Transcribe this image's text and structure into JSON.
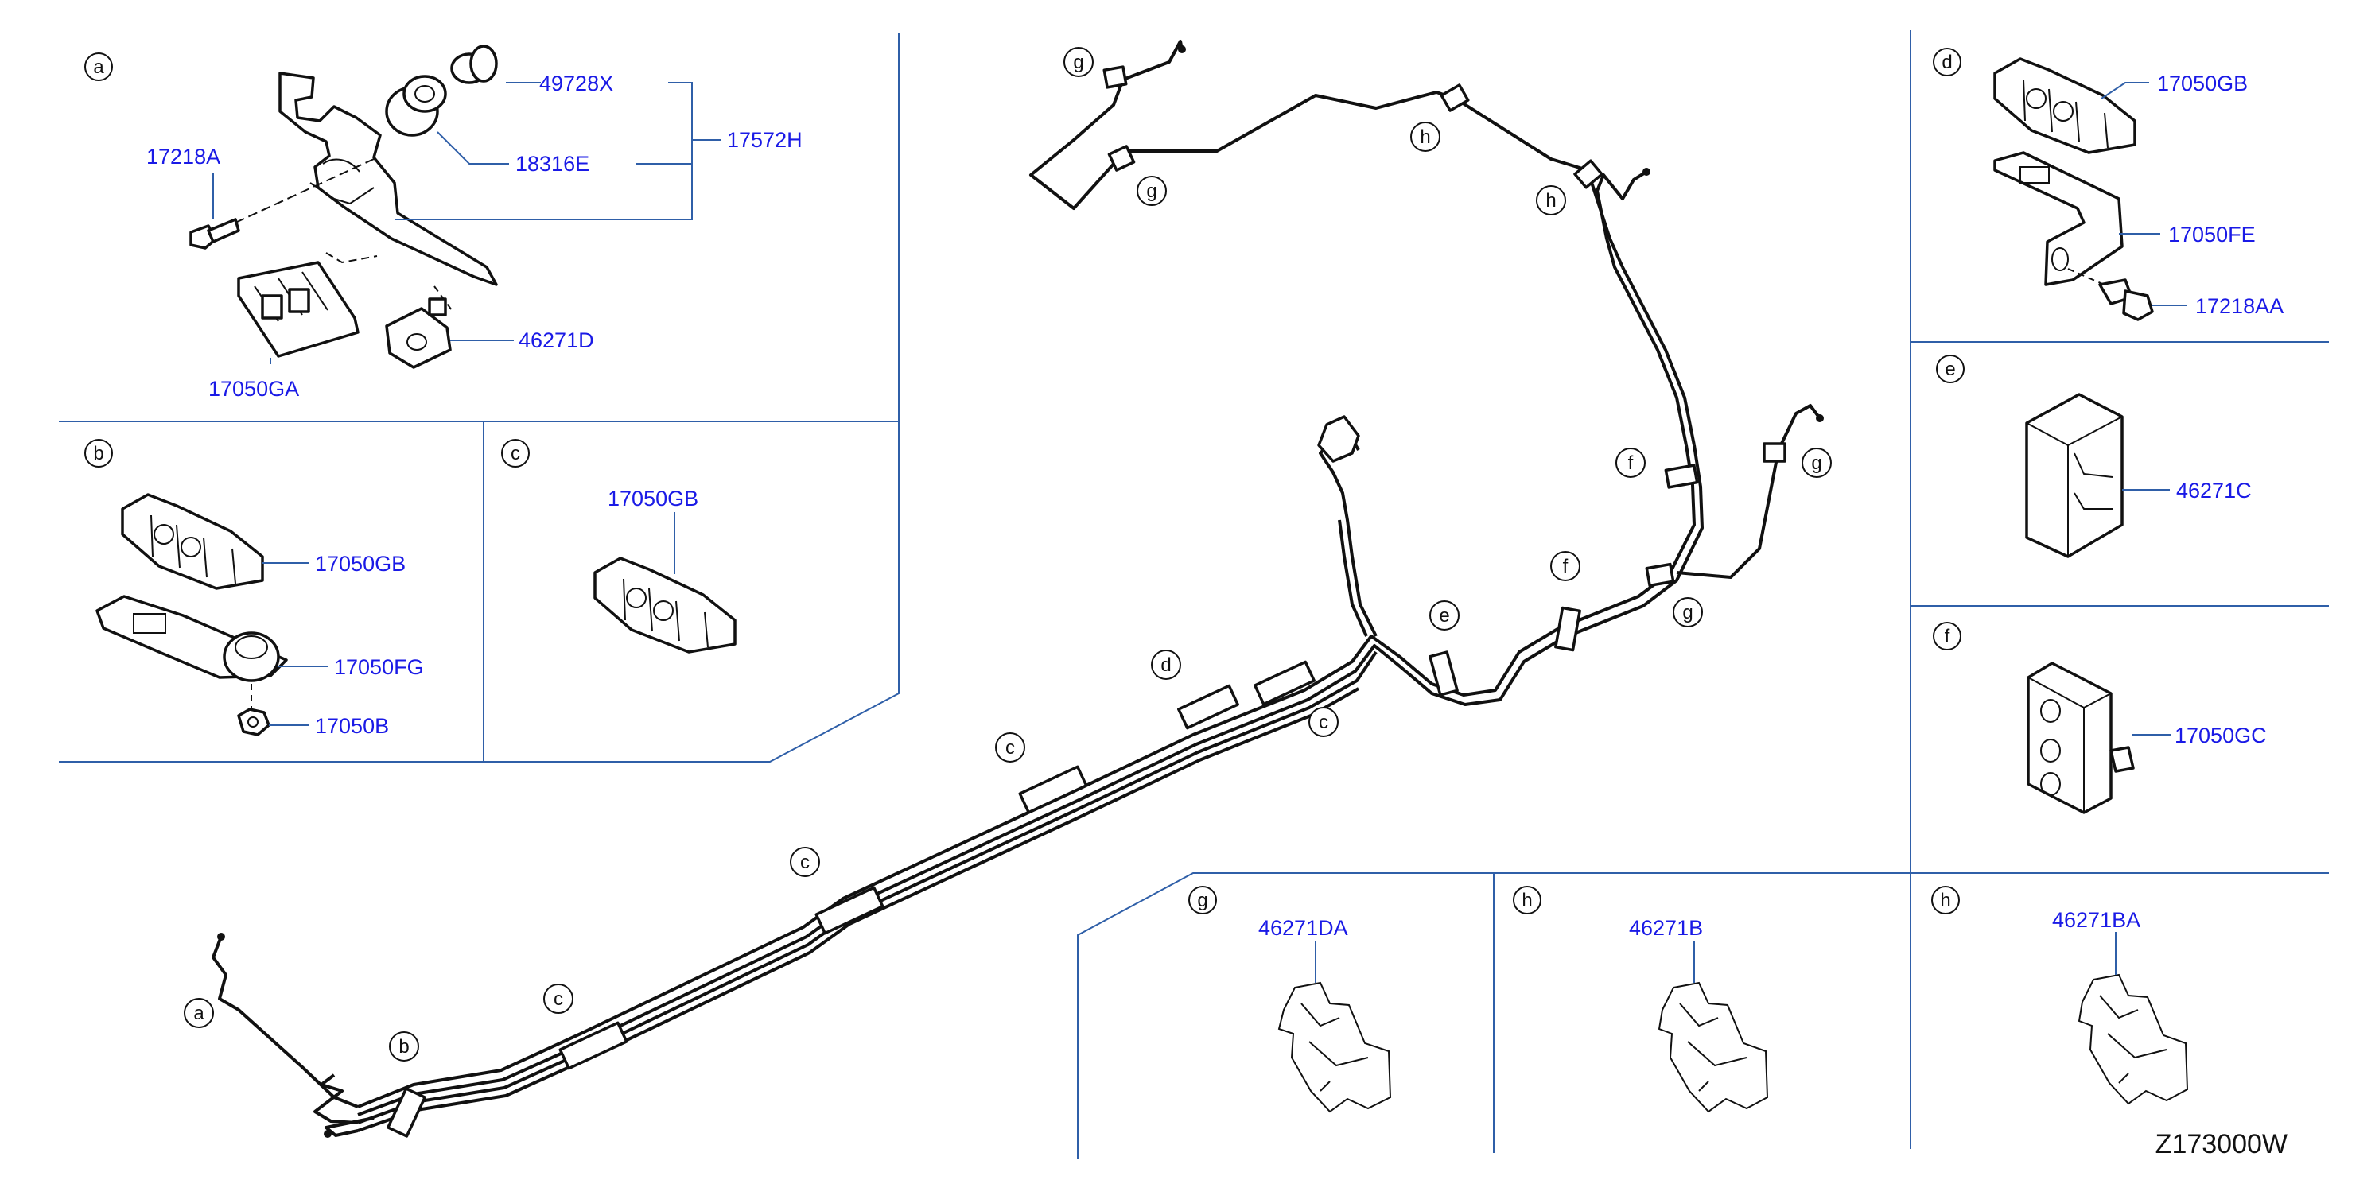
{
  "diagram_code": "Z173000W",
  "parts": {
    "p_49728X": "49728X",
    "p_18316E": "18316E",
    "p_17572H": "17572H",
    "p_17218A": "17218A",
    "p_46271D": "46271D",
    "p_17050GA": "17050GA",
    "p_17050GB_b": "17050GB",
    "p_17050FG": "17050FG",
    "p_17050B": "17050B",
    "p_17050GB_c": "17050GB",
    "p_17050GB_d": "17050GB",
    "p_17050FE": "17050FE",
    "p_17218AA": "17218AA",
    "p_46271C": "46271C",
    "p_17050GC": "17050GC",
    "p_46271DA": "46271DA",
    "p_46271B": "46271B",
    "p_46271BA": "46271BA"
  },
  "detail_labels": {
    "a": "a",
    "b": "b",
    "c": "c",
    "d": "d",
    "e": "e",
    "f": "f",
    "g": "g",
    "h": "h"
  },
  "callouts": {
    "g1": "g",
    "g2": "g",
    "g3": "g",
    "g4": "g",
    "h1": "h",
    "h2": "h",
    "f1": "f",
    "f2": "f",
    "e1": "e",
    "d1": "d",
    "c1": "c",
    "c2": "c",
    "c3": "c",
    "c4": "c",
    "b1": "b",
    "a1": "a"
  }
}
